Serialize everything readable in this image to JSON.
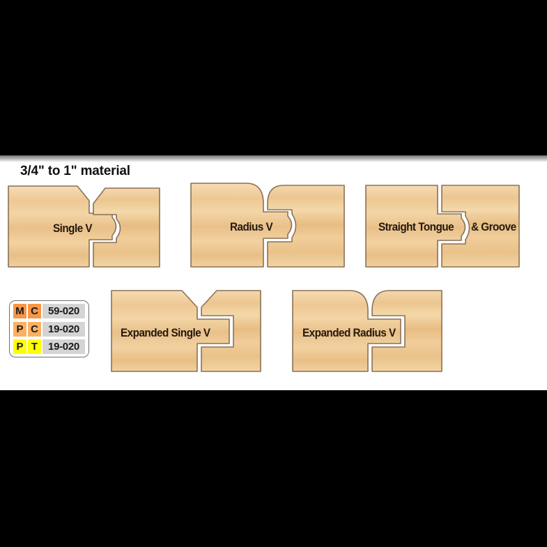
{
  "panel": {
    "background_color": "#ffffff",
    "frame_color": "#000000",
    "title": "3/4\" to 1\" material"
  },
  "colors": {
    "wood_light": "#f4d7ab",
    "wood_mid": "#eec894",
    "wood_dark": "#e2b87c",
    "outline": "#8a7155",
    "text": "#241a10",
    "gap": "#ffffff",
    "legend_border": "#6f6f6f",
    "legend_code_bg": "#d4d4d4",
    "orange_dark": "#f79646",
    "orange_light": "#fbb061",
    "yellow": "#ffff00"
  },
  "figures": [
    {
      "id": "single-v",
      "label": "Single V",
      "profile": "v",
      "expanded": false,
      "tongue": "radius"
    },
    {
      "id": "radius-v",
      "label": "Radius V",
      "profile": "radius",
      "expanded": false,
      "tongue": "radius"
    },
    {
      "id": "straight-tongue",
      "label": "Straight Tongue",
      "label2": "& Groove",
      "profile": "straight",
      "expanded": false,
      "tongue": "radius"
    },
    {
      "id": "expanded-single-v",
      "label": "Expanded Single V",
      "profile": "v",
      "expanded": true,
      "tongue": "square"
    },
    {
      "id": "expanded-radius-v",
      "label": "Expanded Radius V",
      "profile": "radius",
      "expanded": true,
      "tongue": "square"
    }
  ],
  "legend": {
    "rows": [
      {
        "col1": "M",
        "col2": "C",
        "code": "59-020",
        "color": "#f79646"
      },
      {
        "col1": "P",
        "col2": "C",
        "code": "19-020",
        "color": "#fbb061"
      },
      {
        "col1": "P",
        "col2": "T",
        "code": "19-020",
        "color": "#ffff00"
      }
    ]
  }
}
